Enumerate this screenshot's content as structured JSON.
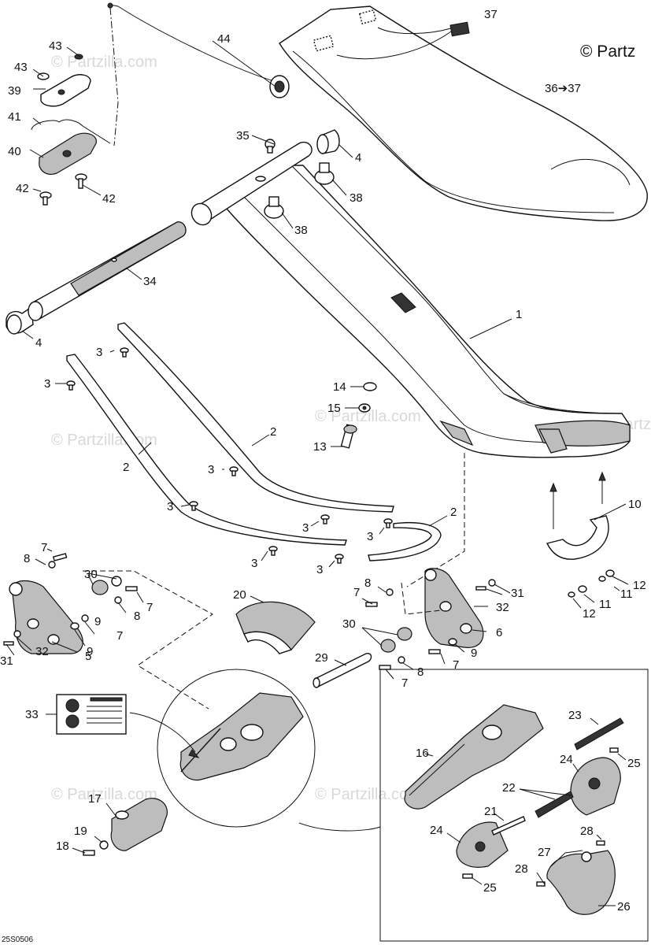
{
  "copyright": "© Partz",
  "watermark": "© Partzilla.com",
  "diagram_code": "25S0506",
  "callouts": {
    "c1": "1",
    "c2a": "2",
    "c2b": "2",
    "c2c": "2",
    "c3a": "3",
    "c3b": "3",
    "c3c": "3",
    "c3d": "3",
    "c3e": "3",
    "c3f": "3",
    "c3g": "3",
    "c4a": "4",
    "c4b": "4",
    "c5": "5",
    "c6": "6",
    "c7a": "7",
    "c7b": "7",
    "c7c": "7",
    "c7d": "7",
    "c7e": "7",
    "c8a": "8",
    "c8b": "8",
    "c8c": "8",
    "c8d": "8",
    "c9a": "9",
    "c9b": "9",
    "c10": "10",
    "c11a": "11",
    "c11b": "11",
    "c12a": "12",
    "c12b": "12",
    "c13": "13",
    "c14": "14",
    "c15": "15",
    "c16": "16",
    "c17": "17",
    "c18": "18",
    "c19": "19",
    "c20": "20",
    "c21": "21",
    "c22": "22",
    "c23": "23",
    "c24a": "24",
    "c24b": "24",
    "c25a": "25",
    "c25b": "25",
    "c26": "26",
    "c27": "27",
    "c28a": "28",
    "c28b": "28",
    "c29": "29",
    "c30a": "30",
    "c30b": "30",
    "c31a": "31",
    "c31b": "31",
    "c32a": "32",
    "c32b": "32",
    "c33": "33",
    "c34": "34",
    "c35": "35",
    "c3637": "36➔37",
    "c37": "37",
    "c38a": "38",
    "c38b": "38",
    "c39": "39",
    "c40": "40",
    "c41": "41",
    "c42a": "42",
    "c42b": "42",
    "c43a": "43",
    "c43b": "43",
    "c44": "44"
  }
}
